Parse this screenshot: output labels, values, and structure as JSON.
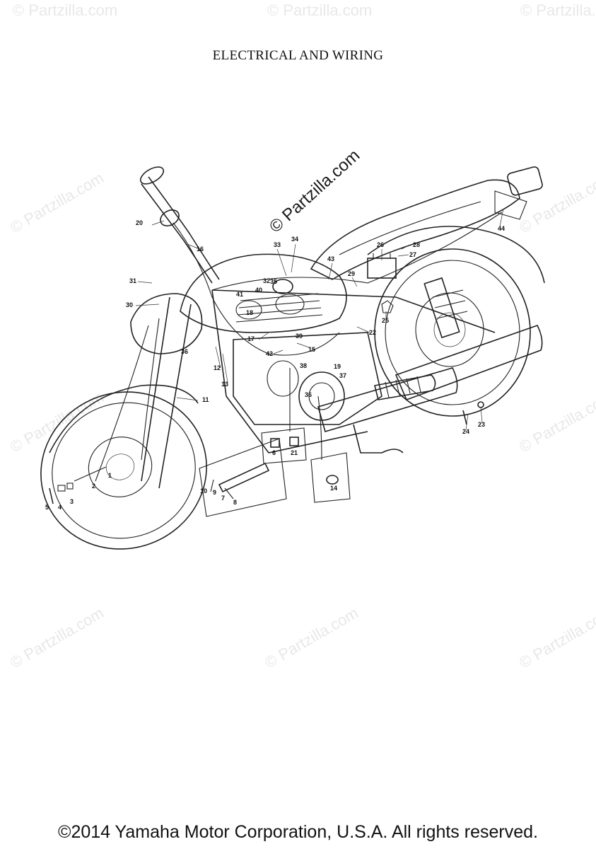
{
  "title": "ELECTRICAL AND WIRING",
  "footer": "©2014 Yamaha Motor Corporation, U.S.A. All rights reserved.",
  "watermark": "© Partzilla.com",
  "callouts": [
    "1",
    "2",
    "3",
    "4",
    "5",
    "6",
    "7",
    "8",
    "9",
    "10",
    "11",
    "12",
    "13",
    "14",
    "15",
    "16",
    "17",
    "18",
    "19",
    "20",
    "21",
    "22",
    "23",
    "24",
    "25",
    "26",
    "27",
    "28",
    "29",
    "30",
    "31",
    "32",
    "33",
    "34",
    "35",
    "36",
    "37",
    "38",
    "39",
    "40",
    "41",
    "42",
    "43",
    "44"
  ],
  "colors": {
    "line": "#222222",
    "background": "#ffffff",
    "watermark": "#e8e8e8"
  }
}
